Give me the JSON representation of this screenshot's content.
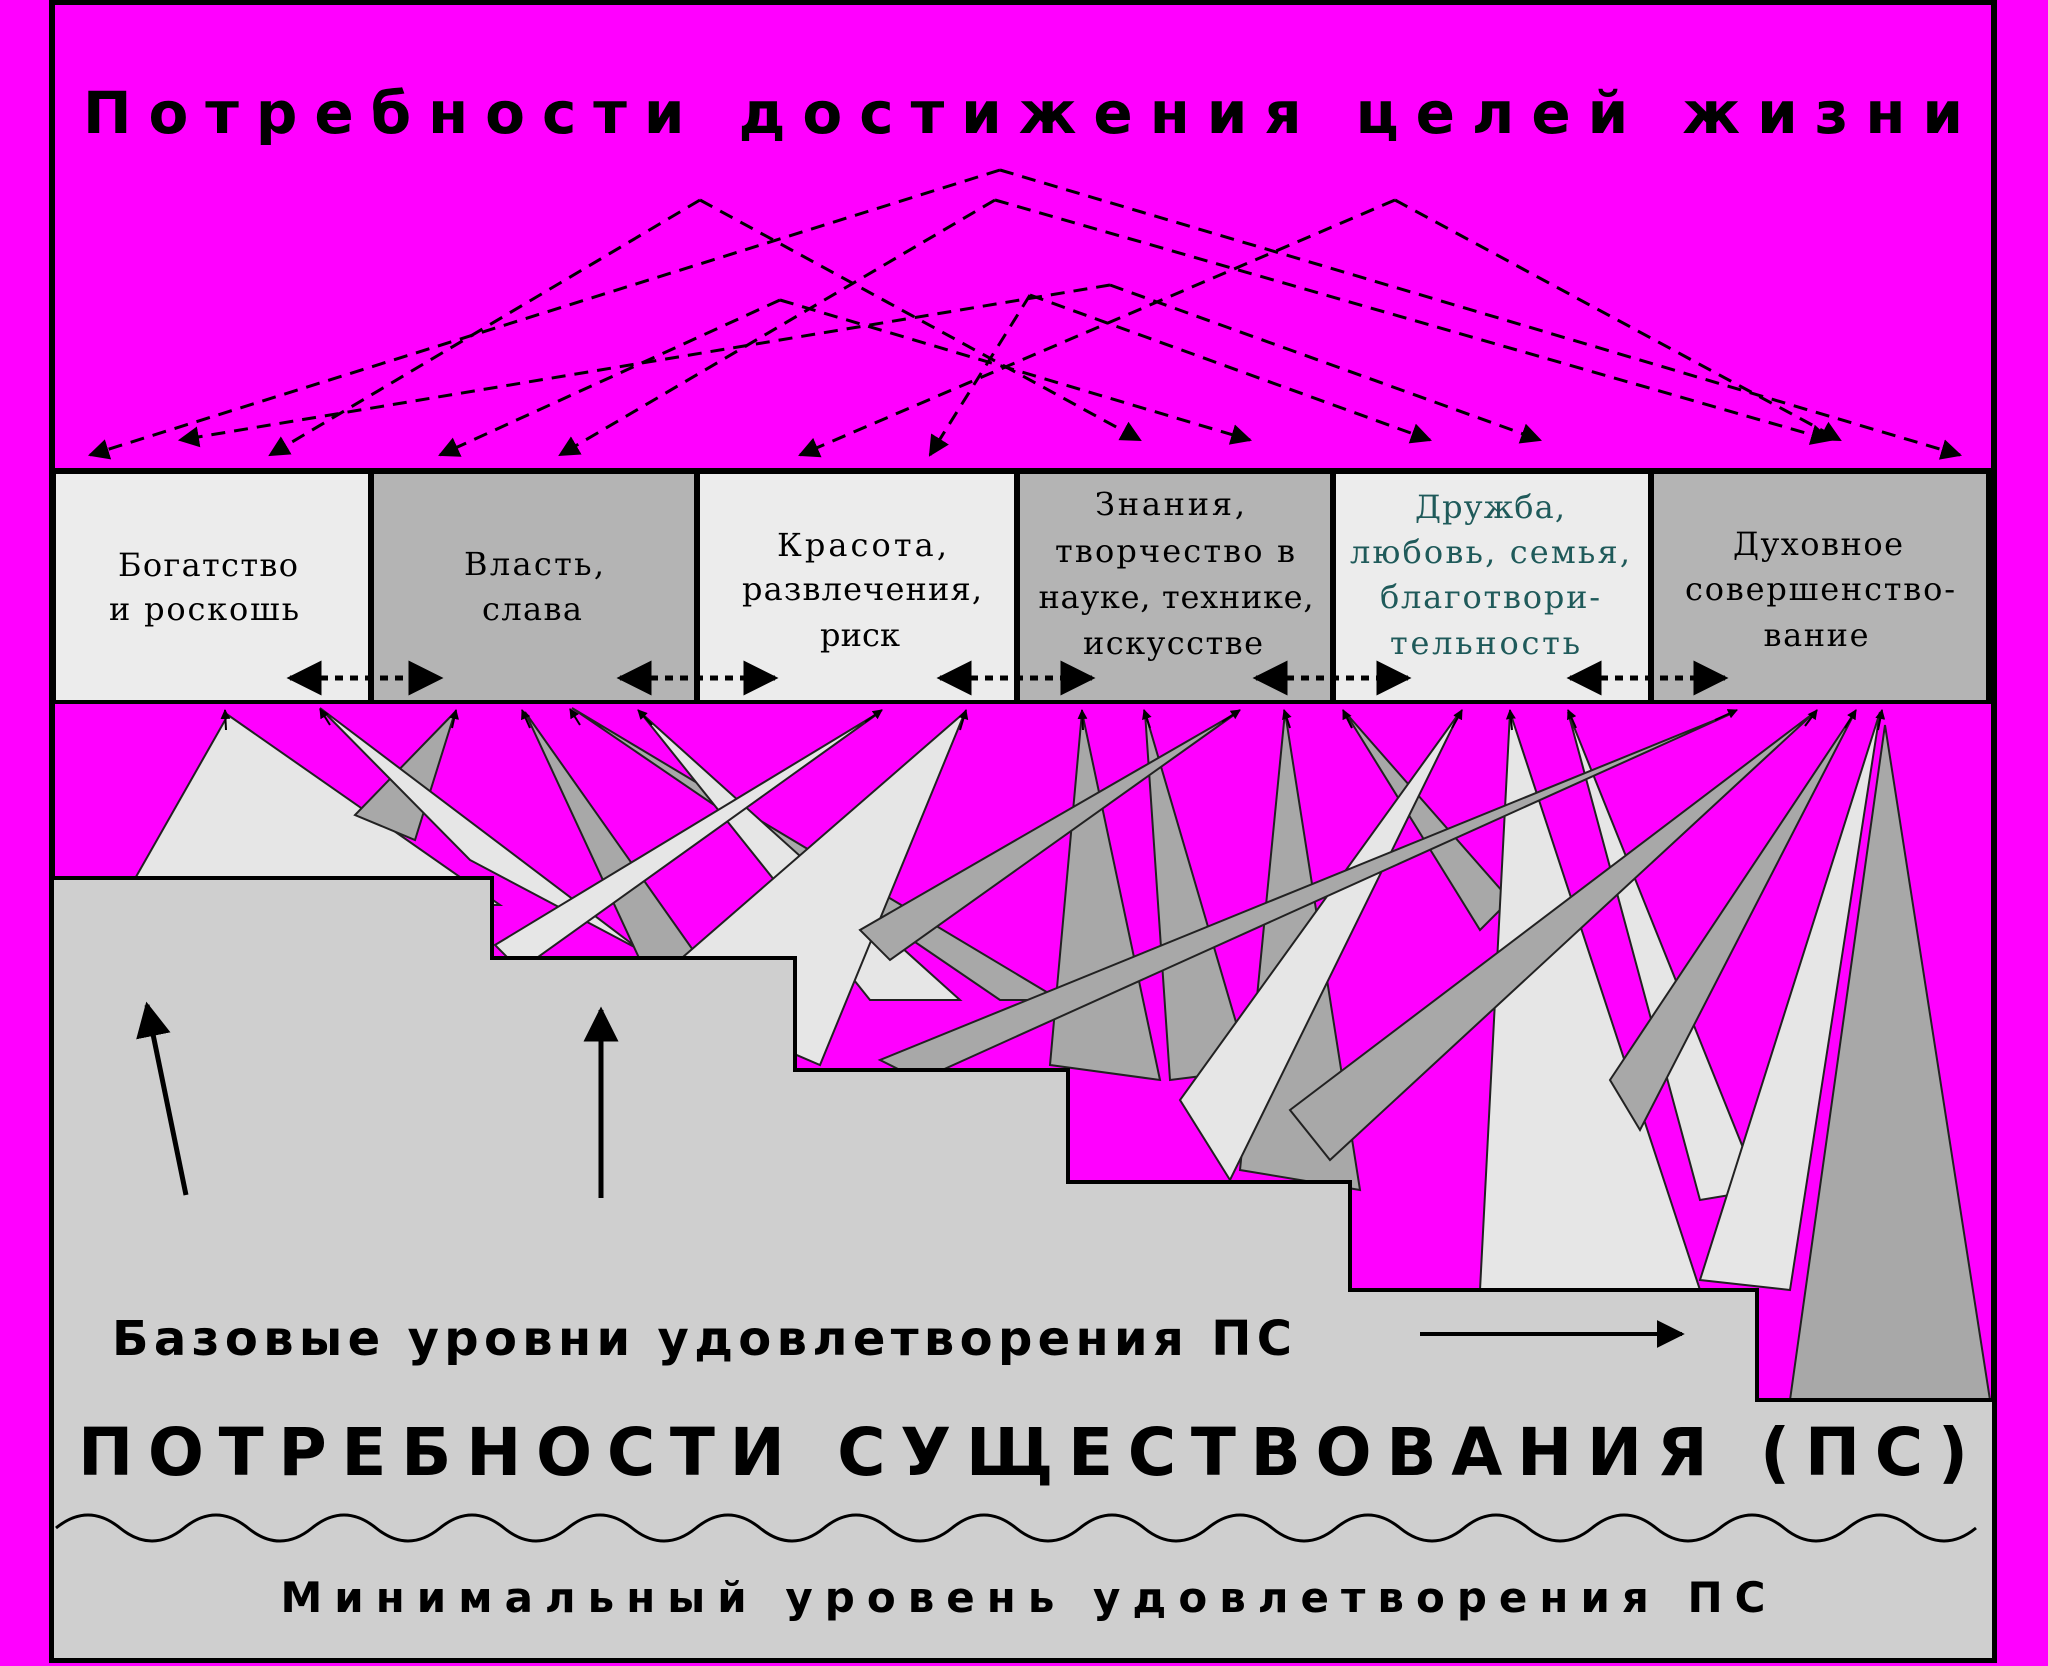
{
  "colors": {
    "background": "#ff00ff",
    "box_light": "#ececec",
    "box_dark": "#b4b4b4",
    "floor": "#cfcfcf",
    "spike_light": "#e6e6e6",
    "spike_dark": "#a8a8a8",
    "teal_text": "#1f5a5a"
  },
  "top_title": "Потребности достижения целей жизни",
  "goals": [
    {
      "lines": [
        "Богатство",
        "и роскошь"
      ],
      "shade": "light"
    },
    {
      "lines": [
        "Власть,",
        "слава"
      ],
      "shade": "dark"
    },
    {
      "lines": [
        "Красота,",
        "развлечения,",
        "риск"
      ],
      "shade": "light"
    },
    {
      "lines": [
        "Знания,",
        "творчество в",
        "науке, технике,",
        "искусстве"
      ],
      "shade": "dark"
    },
    {
      "lines": [
        "Дружба,",
        "любовь, семья,",
        "благотвори-",
        "тельность"
      ],
      "shade": "light",
      "text_color": "teal"
    },
    {
      "lines": [
        "Духовное",
        "совершенство-",
        "вание"
      ],
      "shade": "dark"
    }
  ],
  "base_levels_label": "Базовые уровни удовлетворения ПС",
  "existence_needs_label": "ПОТРЕБНОСТИ СУЩЕСТВОВАНИЯ (ПС)",
  "minimal_level_label": "Минимальный уровень удовлетворения ПС"
}
